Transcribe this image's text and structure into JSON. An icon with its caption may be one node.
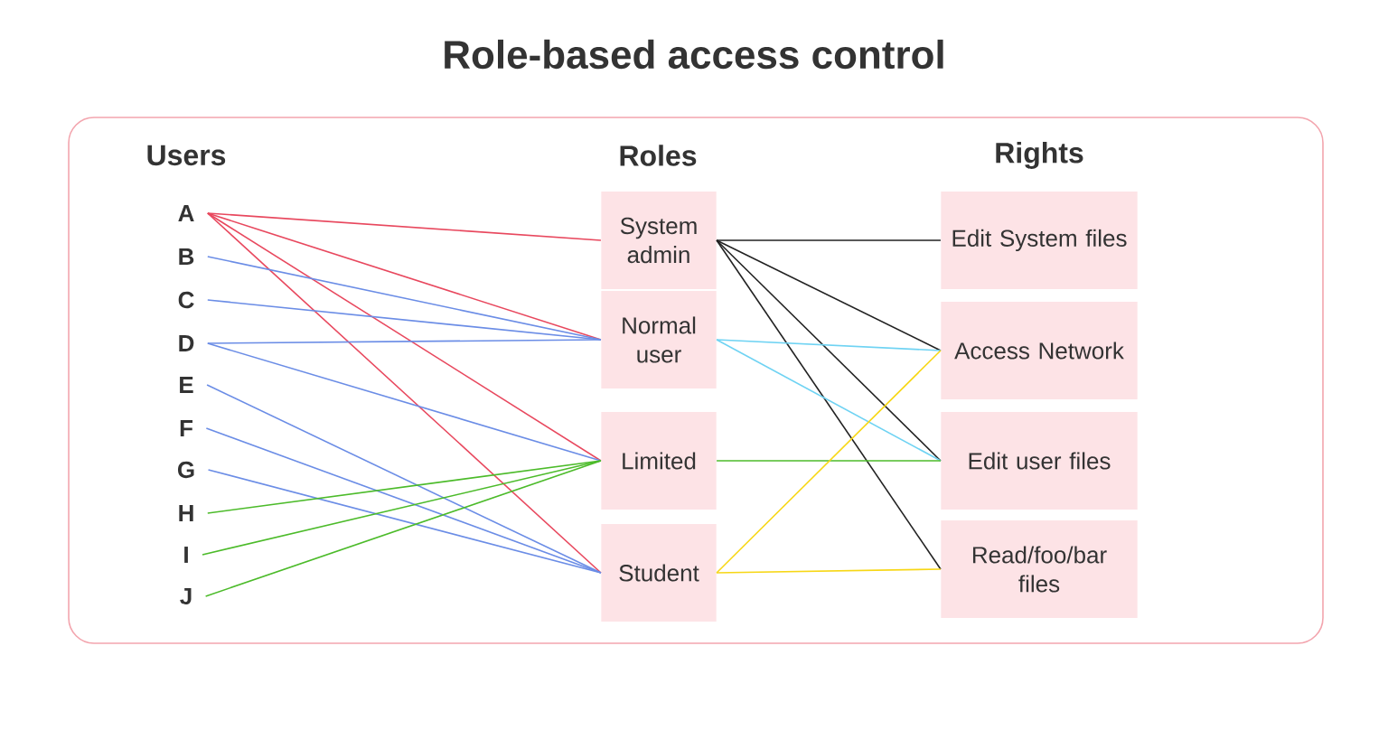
{
  "diagram": {
    "title": "Role-based access control",
    "nodes": [
      {
        "text": [
          "A"
        ]
      },
      {
        "text": [
          "B"
        ]
      },
      {
        "text": [
          "C"
        ]
      },
      {
        "text": [
          "D"
        ]
      },
      {
        "text": [
          "E"
        ]
      },
      {
        "text": [
          "F"
        ]
      },
      {
        "text": [
          "G"
        ]
      },
      {
        "text": [
          "H"
        ]
      },
      {
        "text": [
          "I"
        ]
      },
      {
        "text": [
          "J"
        ]
      },
      {
        "text": [
          "System admin"
        ]
      },
      {
        "text": [
          "Normal user"
        ]
      },
      {
        "text": [
          "Limited"
        ]
      },
      {
        "text": [
          "Student"
        ]
      },
      {
        "text": [
          "Edit System files"
        ]
      },
      {
        "text": [
          "Access Network"
        ]
      },
      {
        "text": [
          "Edit user files"
        ]
      },
      {
        "text": [
          "Read/foo/bar files"
        ]
      }
    ],
    "edges": [
      {
        "from": 0,
        "to": 10,
        "arrow": "none",
        "color": "#e8485e"
      },
      {
        "from": 0,
        "to": 11,
        "arrow": "none",
        "color": "#e8485e"
      },
      {
        "from": 0,
        "to": 12,
        "arrow": "none",
        "color": "#e8485e"
      },
      {
        "from": 0,
        "to": 13,
        "arrow": "none",
        "color": "#e8485e"
      },
      {
        "from": 1,
        "to": 11,
        "arrow": "none"
      },
      {
        "from": 2,
        "to": 11,
        "arrow": "none"
      },
      {
        "from": 3,
        "to": 11,
        "arrow": "none"
      },
      {
        "from": 3,
        "to": 12,
        "arrow": "none"
      },
      {
        "from": 4,
        "to": 13,
        "arrow": "none"
      },
      {
        "from": 5,
        "to": 13,
        "arrow": "none"
      },
      {
        "from": 6,
        "to": 13,
        "arrow": "none"
      },
      {
        "from": 7,
        "to": 12,
        "arrow": "none",
        "color": "#4cbb2a"
      },
      {
        "from": 8,
        "to": 12,
        "arrow": "none",
        "color": "#4cbb2a"
      },
      {
        "from": 9,
        "to": 12,
        "arrow": "none",
        "color": "#4cbb2a"
      },
      {
        "from": 10,
        "to": 14,
        "arrow": "none",
        "color": "#222222"
      },
      {
        "from": 10,
        "to": 15,
        "arrow": "none",
        "color": "#222222"
      },
      {
        "from": 10,
        "to": 16,
        "arrow": "none",
        "color": "#222222"
      },
      {
        "from": 10,
        "to": 17,
        "arrow": "none",
        "color": "#222222"
      },
      {
        "from": 11,
        "to": 15,
        "arrow": "none",
        "color": "#6fd3f3"
      },
      {
        "from": 11,
        "to": 16,
        "arrow": "none",
        "color": "#6fd3f3"
      },
      {
        "from": 12,
        "to": 16,
        "arrow": "none",
        "color": "#4cbb2a"
      },
      {
        "from": 13,
        "to": 15,
        "arrow": "none",
        "color": "#f7d716"
      },
      {
        "from": 13,
        "to": 17,
        "arrow": "none",
        "color": "#f7d716"
      }
    ],
    "labels": [
      "Users",
      "Roles",
      "Rights"
    ]
  }
}
